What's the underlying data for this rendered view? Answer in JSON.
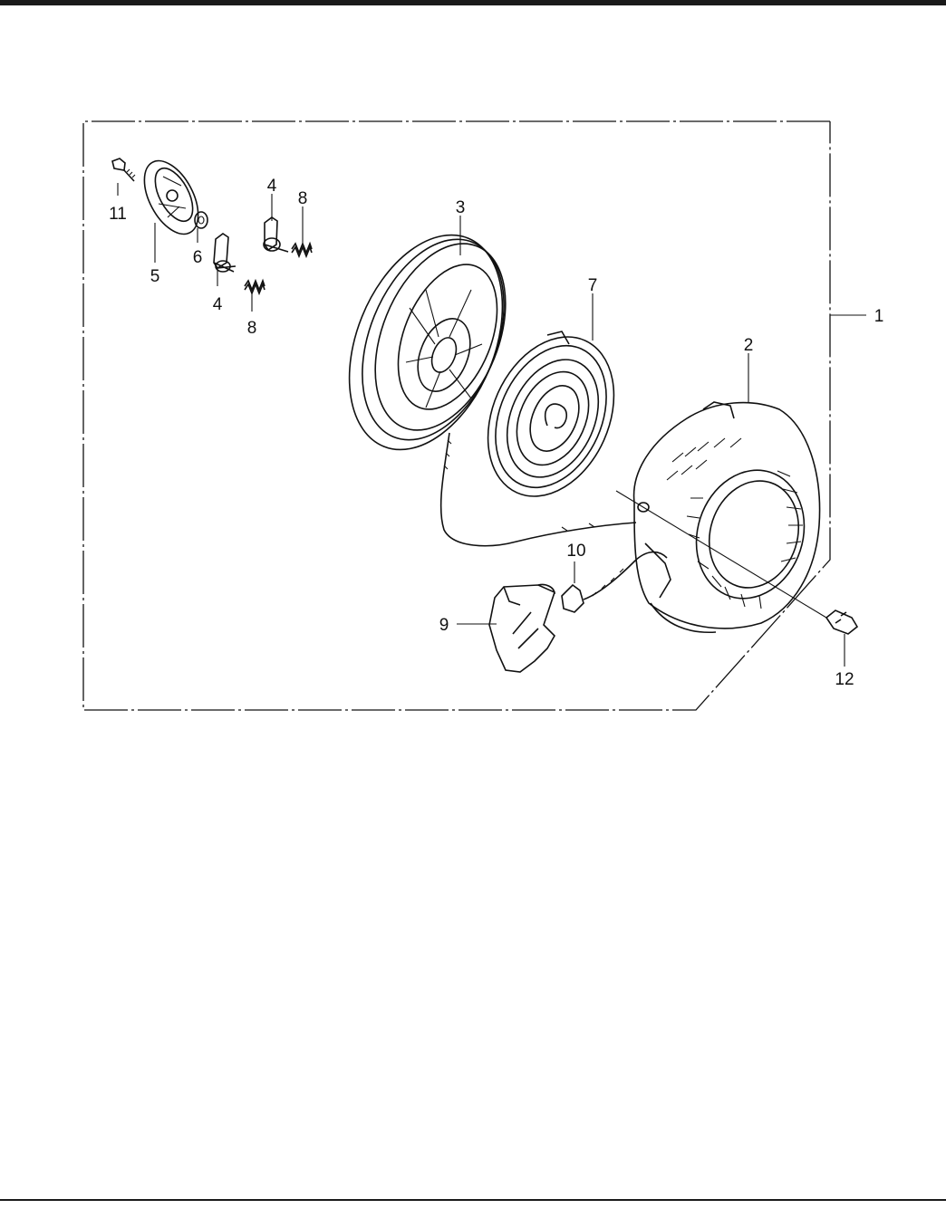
{
  "diagram": {
    "callouts": {
      "c1": "1",
      "c2": "2",
      "c3": "3",
      "c4a": "4",
      "c4b": "4",
      "c5": "5",
      "c6": "6",
      "c7": "7",
      "c8a": "8",
      "c8b": "8",
      "c9": "9",
      "c10": "10",
      "c11": "11",
      "c12": "12"
    }
  }
}
